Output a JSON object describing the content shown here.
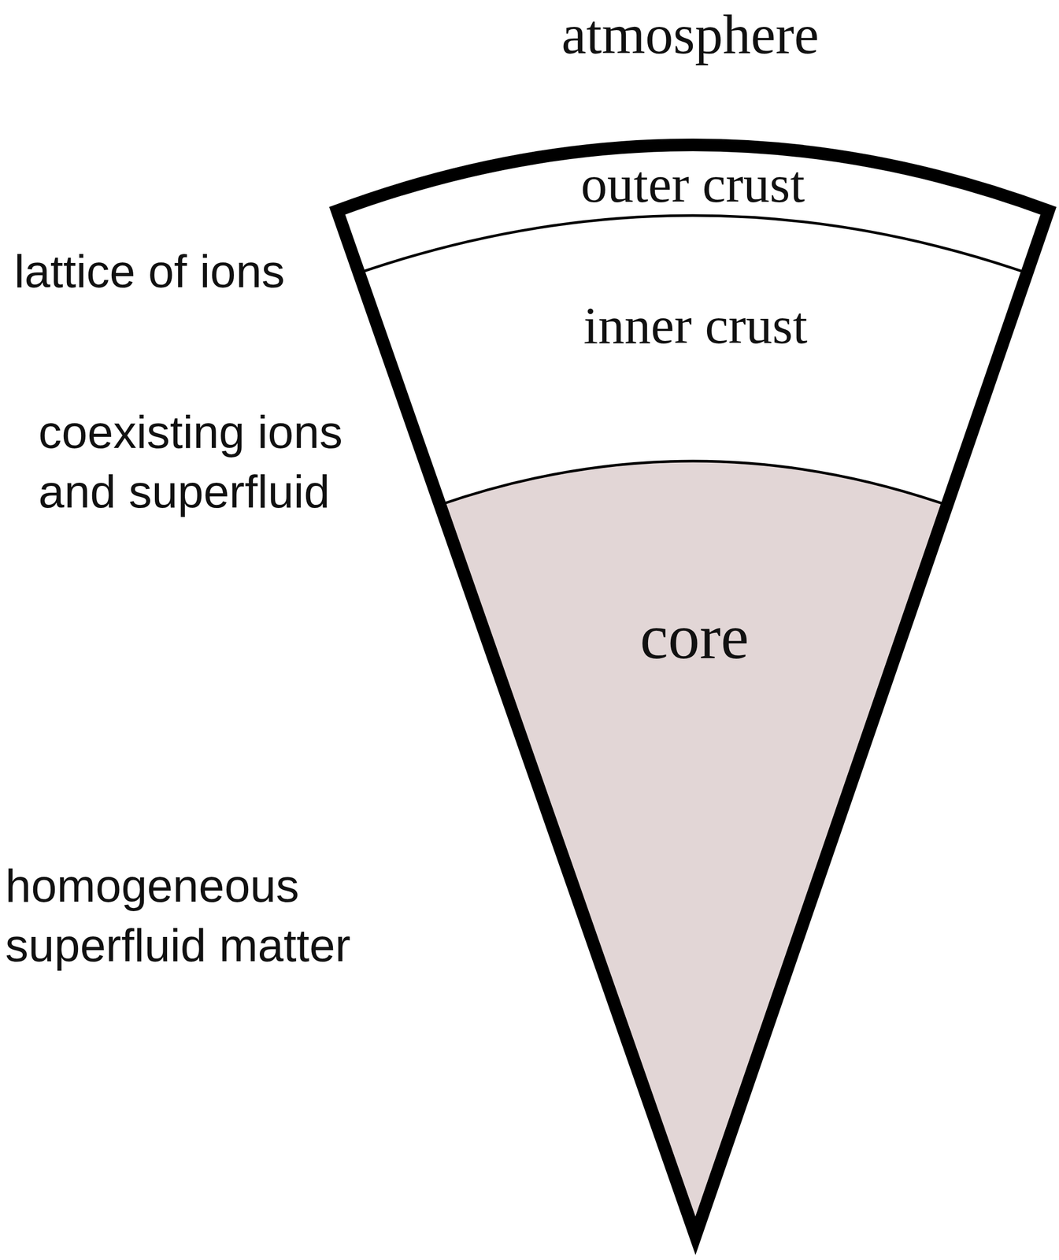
{
  "diagram": {
    "nodes": [
      {
        "text": [
          "outer crust"
        ]
      },
      {
        "text": [
          "inner crust"
        ]
      },
      {
        "text": [
          "core"
        ]
      }
    ],
    "labels": [
      "atmosphere",
      "lattice of ions",
      "coexisting ions and superfluid",
      "homogeneous superfluid matter"
    ]
  }
}
